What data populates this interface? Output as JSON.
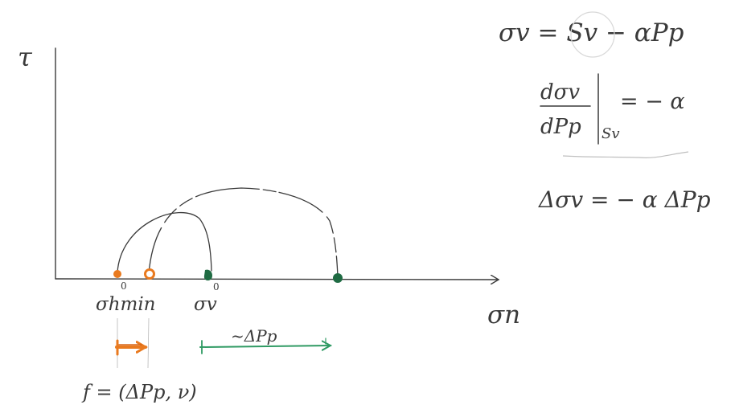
{
  "colors": {
    "ink": "#3a3a3a",
    "orange": "#e97a1f",
    "green": "#2f9a63",
    "dark_green": "#1f6b43",
    "underline": "#bfbfbf"
  },
  "axes": {
    "y_label": "τ",
    "x_label": "σn"
  },
  "points": {
    "orange_left_label": "σhmin",
    "orange_left_superscript": "0",
    "green_left_label": "σv",
    "green_left_superscript": "0"
  },
  "arrows": {
    "green_label": "~ΔPp",
    "orange_caption": "f = (ΔPp, ν)"
  },
  "equations": {
    "eq1": "σv = Sv − αPp",
    "eq2_numerator": "dσv",
    "eq2_denominator": "dPp",
    "eq2_subscript": "Sv",
    "eq2_rhs": "= − α",
    "eq3": "Δσv = − α ΔPp"
  }
}
